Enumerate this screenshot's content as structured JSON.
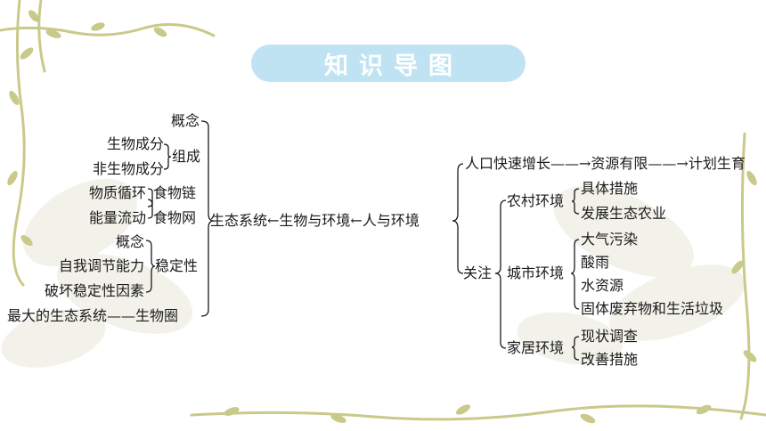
{
  "title": "知识导图",
  "left": {
    "concept": "概念",
    "components": {
      "label": "组成",
      "items": [
        "生物成分",
        "非生物成分"
      ]
    },
    "food_chain": "食物链",
    "food_web": "食物网",
    "material_cycle": "物质循环",
    "energy_flow": "能量流动",
    "stability": {
      "label": "稳定性",
      "items": [
        "概念",
        "自我调节能力",
        "破坏稳定性因素"
      ]
    },
    "biosphere": "最大的生态系统——生物圈"
  },
  "center": "生态系统←生物与环境←人与环境",
  "right": {
    "population": "人口快速增长——→资源有限——→计划生育",
    "attention": "关注",
    "rural": {
      "label": "农村环境",
      "items": [
        "具体措施",
        "发展生态农业"
      ]
    },
    "urban": {
      "label": "城市环境",
      "items": [
        "大气污染",
        "酸雨",
        "水资源",
        "固体废弃物和生活垃圾"
      ]
    },
    "home": {
      "label": "家居环境",
      "items": [
        "现状调查",
        "改善措施"
      ]
    }
  },
  "colors": {
    "pill": "#bfe3f3",
    "vine": "#c9c98a",
    "leaf_shadow": "#f1f0e6",
    "text": "#1a1a1a"
  }
}
